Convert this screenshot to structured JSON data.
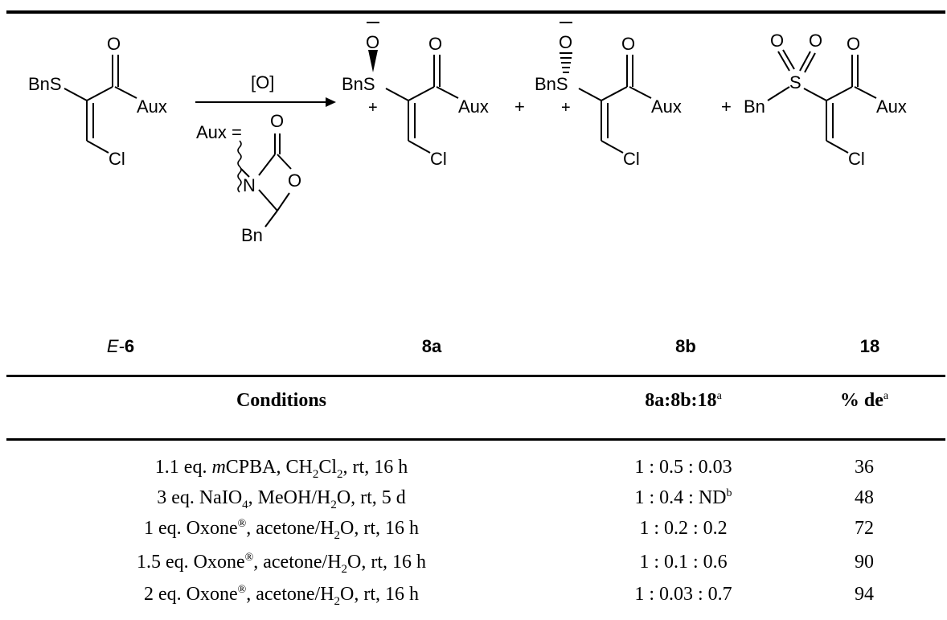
{
  "scheme": {
    "arrow_label": "[O]",
    "aux_definition": "Aux =",
    "compounds": [
      {
        "prefix": "E-",
        "id": "6"
      },
      {
        "prefix": "",
        "id": "8a"
      },
      {
        "prefix": "",
        "id": "8b"
      },
      {
        "prefix": "",
        "id": "18"
      }
    ],
    "atoms": {
      "bns": "BnS",
      "bn": "Bn",
      "s": "S",
      "o": "O",
      "n": "N",
      "cl": "Cl",
      "aux": "Aux",
      "plus": "+",
      "charge_plus": "+",
      "charge_minus": "−"
    }
  },
  "table": {
    "headers": {
      "conditions": "Conditions",
      "ratio": "8a:8b:18",
      "ratio_note": "a",
      "de": "% de",
      "de_note": "a"
    },
    "rows": [
      {
        "conditions_pre": "1.1 eq. ",
        "conditions_italic": "m",
        "conditions_reagent": "CPBA, CH",
        "sub1": "2",
        "mid": "Cl",
        "sub2": "2",
        "rest": ", rt, 16 h",
        "ratio": "1 : 0.5 : 0.03",
        "ratio_note": "",
        "de": "36"
      },
      {
        "conditions_pre": "3 eq. NaIO",
        "sub1": "4",
        "mid": ", MeOH/H",
        "sub2": "2",
        "rest": "O, rt, 5 d",
        "ratio": "1 : 0.4 : ND",
        "ratio_note": "b",
        "de": "48"
      },
      {
        "conditions_pre": "1 eq. Oxone",
        "reg": "®",
        "mid": ", acetone/H",
        "sub2": "2",
        "rest": "O, rt, 16 h",
        "ratio": "1 : 0.2 : 0.2",
        "ratio_note": "",
        "de": "72"
      },
      {
        "conditions_pre": "1.5 eq. Oxone",
        "reg": "®",
        "mid": ", acetone/H",
        "sub2": "2",
        "rest": "O, rt, 16 h",
        "ratio": "1 : 0.1 : 0.6",
        "ratio_note": "",
        "de": "90"
      },
      {
        "conditions_pre": "2 eq. Oxone",
        "reg": "®",
        "mid": ", acetone/H",
        "sub2": "2",
        "rest": "O, rt, 16 h",
        "ratio": "1 : 0.03 : 0.7",
        "ratio_note": "",
        "de": "94"
      }
    ]
  }
}
